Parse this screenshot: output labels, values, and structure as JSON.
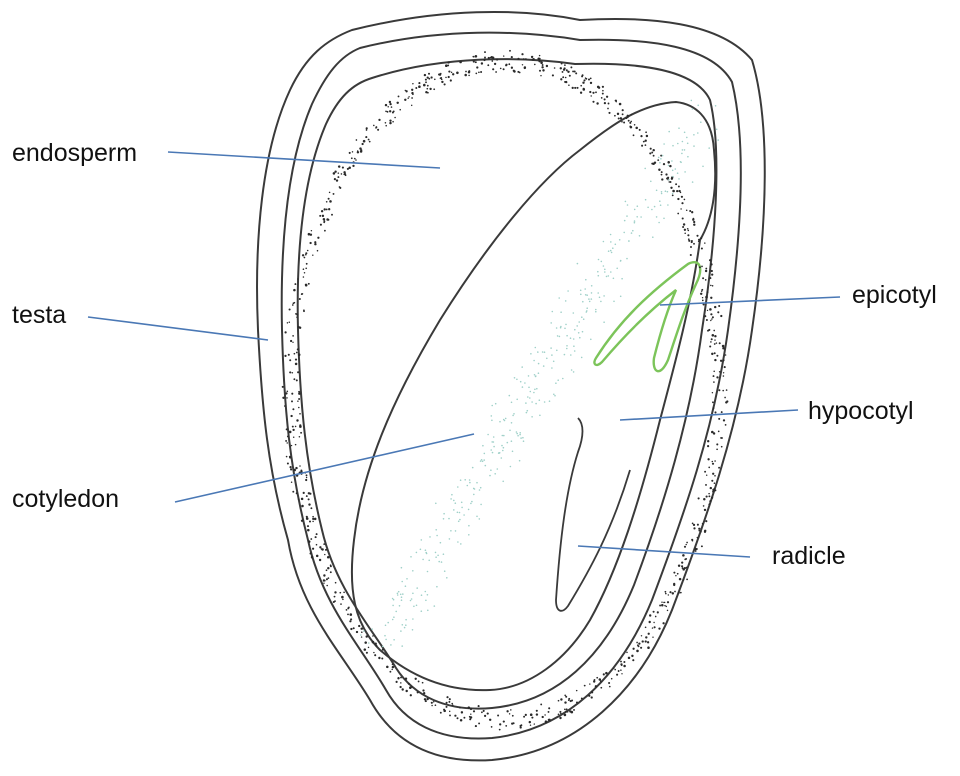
{
  "labels": {
    "endosperm": "endosperm",
    "testa": "testa",
    "cotyledon": "cotyledon",
    "epicotyl": "epicotyl",
    "hypocotyl": "hypocotyl",
    "radicle": "radicle"
  },
  "colors": {
    "outline": "#3a3a3a",
    "stipple": "#2a2a2a",
    "leader_line": "#4a78b5",
    "epicotyl_outline": "#7cc45a",
    "cotyledon_stipple": "#9fd0c8"
  }
}
